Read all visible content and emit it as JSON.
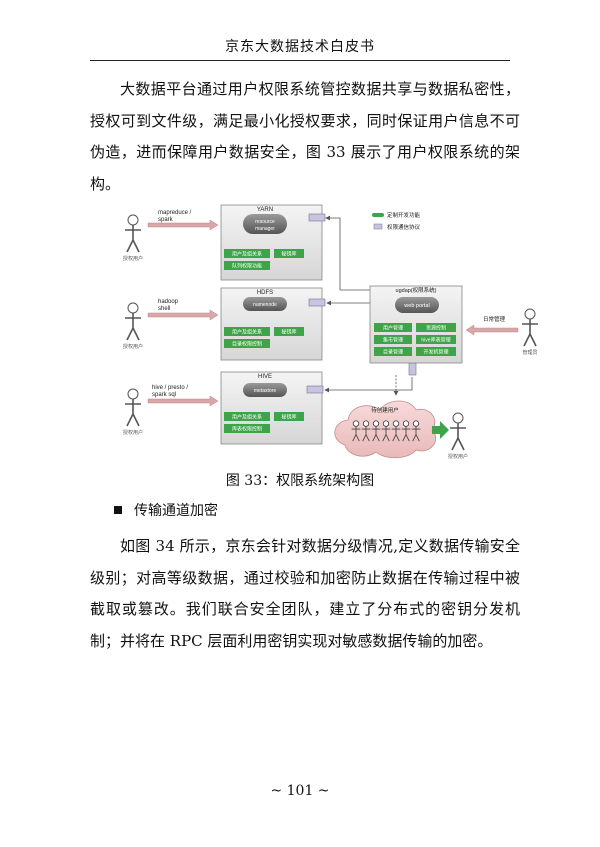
{
  "header": {
    "title": "京东大数据技术白皮书"
  },
  "paragraph1": "大数据平台通过用户权限系统管控数据共享与数据私密性，授权可到文件级，满足最小化授权要求，同时保证用户信息不可伪造，进而保障用户数据安全，图 33 展示了用户权限系统的架构。",
  "figure": {
    "clusters": [
      {
        "title": "YARN",
        "core": [
          "resource",
          "manager"
        ],
        "items": [
          "用户及组关系",
          "秘钥库",
          "队列权限功能"
        ]
      },
      {
        "title": "HDFS",
        "core": [
          "namenode"
        ],
        "items": [
          "用户及组关系",
          "秘钥库",
          "目录权限控制"
        ]
      },
      {
        "title": "HIVE",
        "core": [
          "metastore"
        ],
        "items": [
          "用户及组关系",
          "秘钥库",
          "库表权限控制"
        ]
      }
    ],
    "clients": [
      {
        "label": [
          "mapreduce /",
          "spark"
        ],
        "caption": "授权用户"
      },
      {
        "label": [
          "hadoop",
          "shell"
        ],
        "caption": "授权用户"
      },
      {
        "label": [
          "hive / presto /",
          "spark sql"
        ],
        "caption": "授权用户"
      }
    ],
    "legend": [
      "定制开发功能",
      "权限通信协议"
    ],
    "ugdap": {
      "title": "ugdap(权限系统)",
      "core": "web portal",
      "items": [
        "用户管理",
        "资源控制",
        "集市管理",
        "hive库表管理",
        "目录管理",
        "开发机管理"
      ]
    },
    "admin": {
      "flow": "日常管理",
      "caption": "管理员"
    },
    "pending": {
      "cloud": "待创建用户",
      "caption": "授权用户"
    }
  },
  "caption": "图 33：权限系统架构图",
  "section_title": "传输通道加密",
  "paragraph2": "如图 34 所示，京东会针对数据分级情况,定义数据传输安全级别；对高等级数据，通过校验和加密防止数据在传输过程中被截取或篡改。我们联合安全团队，建立了分布式的密钥分发机制；并将在 RPC 层面利用密钥实现对敏感数据传输的加密。",
  "page_number": "~ 101 ~",
  "colors": {
    "accent_green": "#3fa34a",
    "box_fill": "#e7e7e7",
    "core_dark": "#6b6b6b",
    "arrow_pink": "#d8a7a7"
  }
}
